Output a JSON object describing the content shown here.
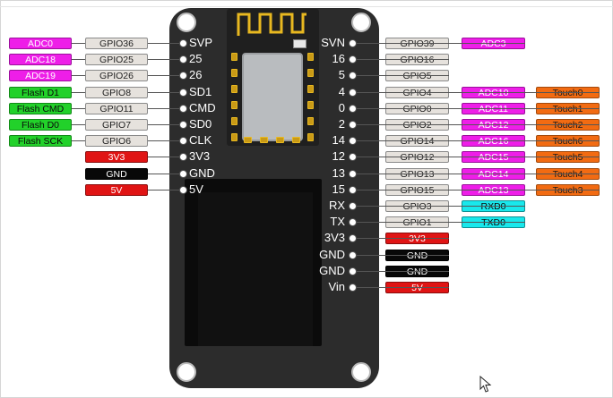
{
  "board": {
    "left_pins": [
      {
        "pin": "SVP",
        "gpio": "GPIO36",
        "func": "ADC0",
        "kind": "adc"
      },
      {
        "pin": "25",
        "gpio": "GPIO25",
        "func": "ADC18",
        "kind": "adc"
      },
      {
        "pin": "26",
        "gpio": "GPIO26",
        "func": "ADC19",
        "kind": "adc"
      },
      {
        "pin": "SD1",
        "gpio": "GPIO8",
        "func": "Flash D1",
        "kind": "flash"
      },
      {
        "pin": "CMD",
        "gpio": "GPIO11",
        "func": "Flash CMD",
        "kind": "flash"
      },
      {
        "pin": "SD0",
        "gpio": "GPIO7",
        "func": "Flash D0",
        "kind": "flash"
      },
      {
        "pin": "CLK",
        "gpio": "GPIO6",
        "func": "Flash SCK",
        "kind": "flash"
      },
      {
        "pin": "3V3",
        "gpio": "",
        "func": "3V3",
        "kind": "pwr"
      },
      {
        "pin": "GND",
        "gpio": "",
        "func": "GND",
        "kind": "gnd"
      },
      {
        "pin": "5V",
        "gpio": "",
        "func": "5V",
        "kind": "pwr"
      }
    ],
    "right_pins": [
      {
        "pin": "SVN",
        "gpio": "GPIO39",
        "func": "ADC3",
        "func_kind": "adc",
        "touch": ""
      },
      {
        "pin": "16",
        "gpio": "GPIO16",
        "func": "",
        "func_kind": "",
        "touch": ""
      },
      {
        "pin": "5",
        "gpio": "GPIO5",
        "func": "",
        "func_kind": "",
        "touch": ""
      },
      {
        "pin": "4",
        "gpio": "GPIO4",
        "func": "ADC10",
        "func_kind": "adc",
        "touch": "Touch0"
      },
      {
        "pin": "0",
        "gpio": "GPIO0",
        "func": "ADC11",
        "func_kind": "adc",
        "touch": "Touch1"
      },
      {
        "pin": "2",
        "gpio": "GPIO2",
        "func": "ADC12",
        "func_kind": "adc",
        "touch": "Touch2"
      },
      {
        "pin": "14",
        "gpio": "GPIO14",
        "func": "ADC16",
        "func_kind": "adc",
        "touch": "Touch6"
      },
      {
        "pin": "12",
        "gpio": "GPIO12",
        "func": "ADC15",
        "func_kind": "adc",
        "touch": "Touch5"
      },
      {
        "pin": "13",
        "gpio": "GPIO13",
        "func": "ADC14",
        "func_kind": "adc",
        "touch": "Touch4"
      },
      {
        "pin": "15",
        "gpio": "GPIO15",
        "func": "ADC13",
        "func_kind": "adc",
        "touch": "Touch3"
      },
      {
        "pin": "RX",
        "gpio": "GPIO3",
        "func": "RXD0",
        "func_kind": "uart",
        "touch": ""
      },
      {
        "pin": "TX",
        "gpio": "GPIO1",
        "func": "TXD0",
        "func_kind": "uart",
        "touch": ""
      },
      {
        "pin": "3V3",
        "gpio": "3V3",
        "gpio_kind": "pwr",
        "func": "",
        "func_kind": "",
        "touch": ""
      },
      {
        "pin": "GND",
        "gpio": "GND",
        "gpio_kind": "gnd",
        "func": "",
        "func_kind": "",
        "touch": ""
      },
      {
        "pin": "GND",
        "gpio": "GND",
        "gpio_kind": "gnd",
        "func": "",
        "func_kind": "",
        "touch": ""
      },
      {
        "pin": "Vin",
        "gpio": "5V",
        "gpio_kind": "pwr",
        "func": "",
        "func_kind": "",
        "touch": ""
      }
    ]
  },
  "colors": {
    "board": "#2c2c2c",
    "adc": "#ee1ee8",
    "touch": "#f26b12",
    "flash": "#22d12a",
    "power": "#e01414",
    "ground": "#080808",
    "uart": "#19e8ec",
    "gpio": "#e6e2dd"
  },
  "icons": {
    "antenna": "wifi-antenna-trace",
    "cursor": "mouse-pointer-icon"
  }
}
